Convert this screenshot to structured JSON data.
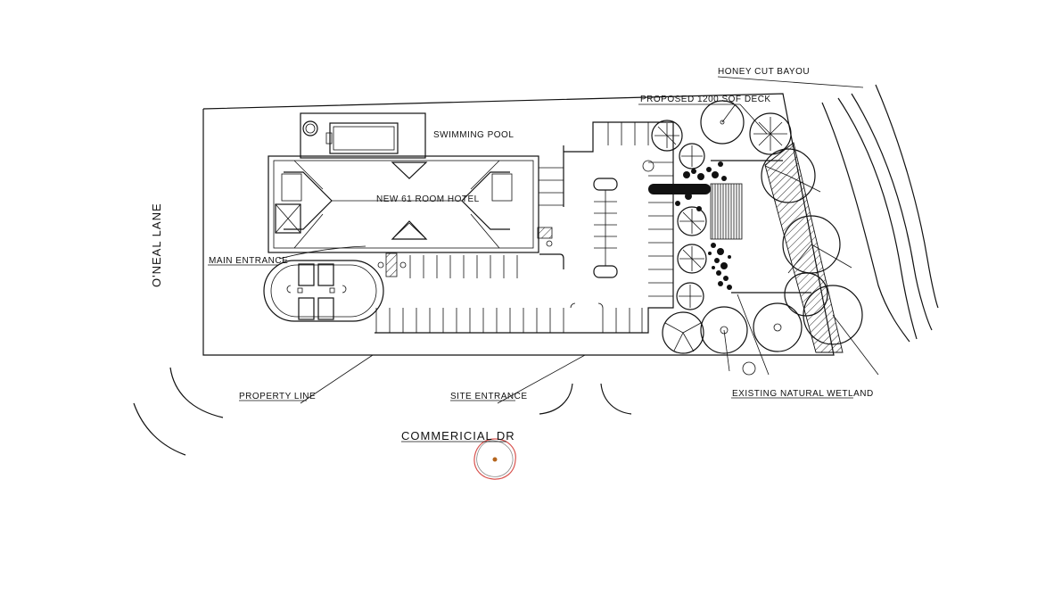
{
  "labels": {
    "oneal_lane": "O'NEAL LANE",
    "honey_cut_bayou": "HONEY CUT BAYOU",
    "proposed_deck": "PROPOSED 1200 SQF DECK",
    "swimming_pool": "SWIMMING POOL",
    "hotel": "NEW 61 ROOM HOTEL",
    "main_entrance": "MAIN ENTRANCE",
    "property_line": "PROPERTY LINE",
    "site_entrance": "SITE ENTRANCE",
    "commercial_dr": "COMMERICIAL DR",
    "existing_wetland": "EXISTING NATURAL WETLAND"
  },
  "colors": {
    "line": "#111111",
    "marker_ring": "#d9534f",
    "marker_dot": "#b5651d"
  }
}
